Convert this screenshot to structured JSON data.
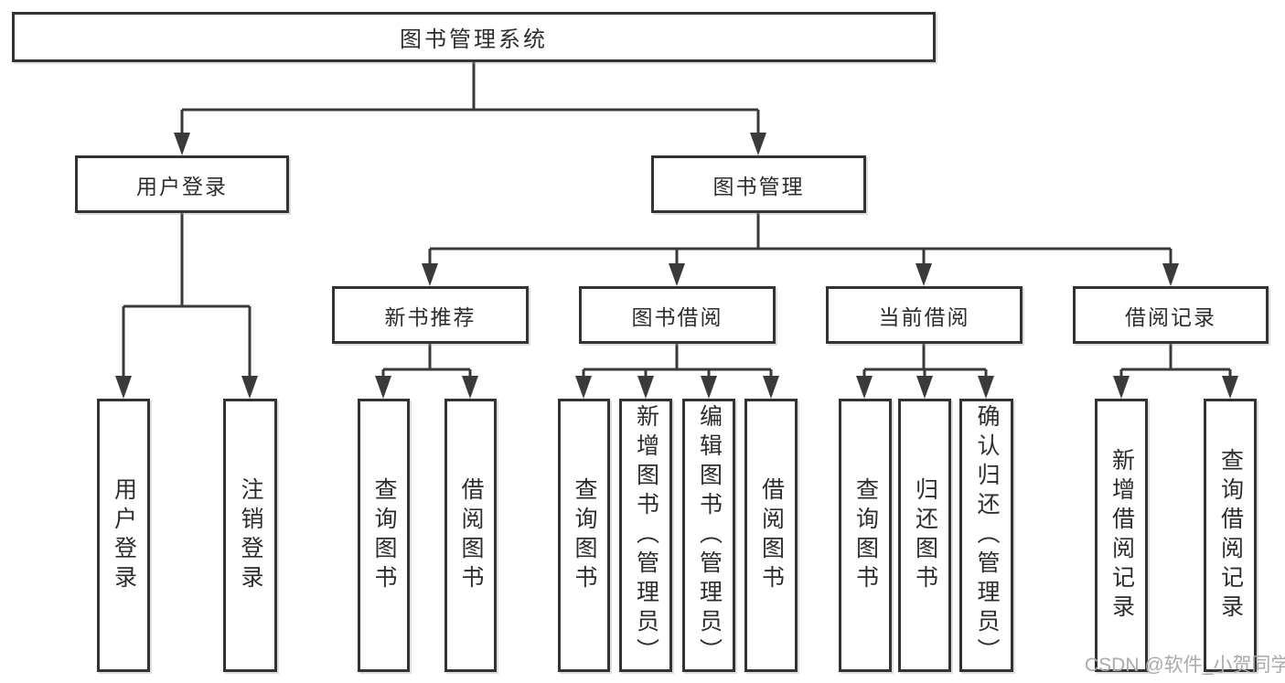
{
  "tree": {
    "label": "图书管理系统",
    "children": [
      {
        "label": "用户登录",
        "children": [
          {
            "label": "用户登录"
          },
          {
            "label": "注销登录"
          }
        ]
      },
      {
        "label": "图书管理",
        "children": [
          {
            "label": "新书推荐",
            "children": [
              {
                "label": "查询图书"
              },
              {
                "label": "借阅图书"
              }
            ]
          },
          {
            "label": "图书借阅",
            "children": [
              {
                "label": "查询图书"
              },
              {
                "label": "新增图书（管理员）"
              },
              {
                "label": "编辑图书（管理员）"
              },
              {
                "label": "借阅图书"
              }
            ]
          },
          {
            "label": "当前借阅",
            "children": [
              {
                "label": "查询图书"
              },
              {
                "label": "归还图书"
              },
              {
                "label": "确认归还（管理员）"
              }
            ]
          },
          {
            "label": "借阅记录",
            "children": [
              {
                "label": "新增借阅记录"
              },
              {
                "label": "查询借阅记录"
              }
            ]
          }
        ]
      }
    ]
  },
  "watermark": {
    "text": "CSDN @软件_小贺同学"
  },
  "colors": {
    "line": "#3a3a3a",
    "box_border": "#333333",
    "text": "#2d2d2d",
    "watermark": "#aaaaaa",
    "background": "#ffffff"
  }
}
